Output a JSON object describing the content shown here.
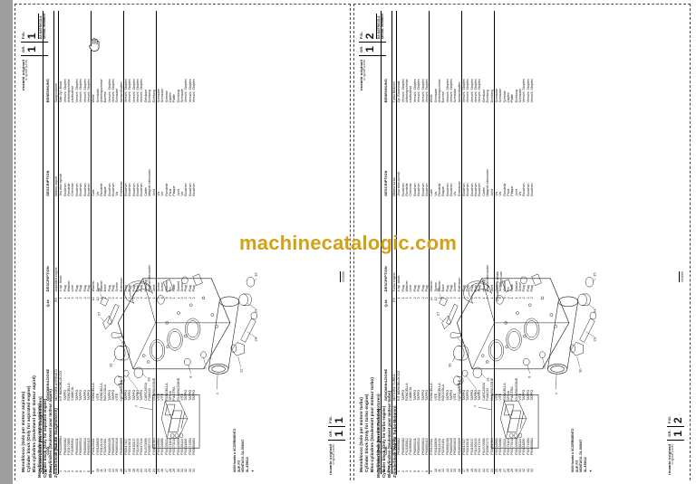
{
  "viewer": {
    "watermark": "machinecatalogic.com",
    "cursor": "grab-hand-cursor"
  },
  "pages": [
    {
      "id": "left",
      "corner": {
        "brand_line1": "ricambi originali",
        "brand_line2": "original parts",
        "gr_label": "GR.",
        "gr_value": "1",
        "fig_label": "FIG.",
        "fig_value": "1",
        "serial_label": "DA MATRICOLA\nSERIAL NUMBER"
      },
      "title": {
        "it": "Monoblocco (Solo per motore aspirato)",
        "en": "Cylinder block (Only for aspirated engine)",
        "fr": "Bloc-cylindres (Seulement pour moteur aspiré)",
        "de": "Zylinderblock (Nur für Saugmotoren)"
      },
      "table": {
        "headers": [
          "N.\nPos.",
          "COD.",
          "DENOMINAZIONE",
          "Q.tà",
          "DESCRIPTION",
          "DESCRIPTION",
          "BENENNUNG"
        ],
        "rows": [
          [
            "",
            "87713Z111",
            "MOTORE ASPIRATO",
            "Rif.",
            "Aspirated engine",
            "Moteur aspiré",
            "Saugmotoren"
          ],
          [
            "1",
            "PK32306964",
            "KIT MONOBLOCCO",
            "1",
            "4 cyl. block",
            "Jeu bloc cylindr.",
            "Satz Zyl. Block"
          ],
          [
            "2",
            "PK6600382",
            "TAPPO",
            "1",
            "Plug",
            "Bouchon",
            "Verschl. Stopfen"
          ],
          [
            "3",
            "P20170585",
            "RONDELLA",
            "1",
            "Washer",
            "Rondelle",
            "Unterlegscheibe"
          ],
          [
            "4",
            "P31858062",
            "CAMICIA",
            "4",
            "Liner",
            "Chemise",
            "Laufbuchse"
          ],
          [
            "5",
            "PK6600211",
            "TAPPO",
            "2",
            "Plug",
            "Bouchon",
            "Verschl. Stopfen"
          ],
          [
            "6",
            "PK6600512",
            "TAPPO",
            "2",
            "Plug",
            "Bouchon",
            "Verschl. Stopfen"
          ],
          [
            "7",
            "PK6600813",
            "TAPPO",
            "2",
            "Plug",
            "Bouchon",
            "Verschl. Stopfen"
          ],
          [
            "8",
            "PK6600110",
            "TAPPO",
            "2",
            "Plug",
            "Bouchon",
            "Verschl. Stopfen"
          ],
          [
            "9",
            "P30140311",
            "RONDELLA",
            "12",
            "Washer",
            "Cale",
            "Welle"
          ],
          [
            "10",
            "P30185809",
            "VITE",
            "12",
            "Screw",
            "Vis",
            "Schraube"
          ],
          [
            "11",
            "P30121431",
            "RONDELLA",
            "1",
            "Washer",
            "Rondelle",
            "Unterlegscheibe"
          ],
          [
            "12",
            "P11304184",
            "BOCCOLA",
            "1",
            "Bush",
            "Bague",
            "Buchse"
          ],
          [
            "13",
            "PK6600150",
            "TAPPO",
            "2",
            "Plug",
            "Bouchon",
            "Verschl. Stopfen"
          ],
          [
            "14",
            "PK6600125",
            "TAPPO",
            "2",
            "Plug",
            "Bouchon",
            "Verschl. Stopfen"
          ],
          [
            "15",
            "PK6601610",
            "VITE",
            "4",
            "Screw",
            "Vis",
            "Schraube"
          ],
          [
            "16",
            "PK6600809",
            "DISTANZIALE",
            "1",
            "Extension",
            "Entretoise",
            "Abstandhalten"
          ],
          [
            "17",
            "P30417117",
            "TAPPO",
            "2",
            "Plug",
            "Bouchon",
            "Verschl. Stopfen"
          ],
          [
            "18",
            "P30418131",
            "TAPPO",
            "2",
            "Plug",
            "Bouchon",
            "Verschl. Stopfen"
          ],
          [
            "19",
            "P30155137",
            "TAPPO",
            "2",
            "Plug",
            "Bouchon",
            "Verschl. Stopfen"
          ],
          [
            "20",
            "P31490434",
            "TAPPO",
            "2",
            "Plug",
            "Bouchon",
            "Verschl. Stopfen"
          ],
          [
            "21",
            "P30417134",
            "TAPPO",
            "2",
            "Plug",
            "Bouchon",
            "Verschl. Stopfen"
          ],
          [
            "22",
            "P14370056",
            "CARCASSA",
            "1",
            "Housing",
            "Carter",
            "Gehäuse"
          ],
          [
            "23",
            "P30987473",
            "FIANCO",
            "1",
            "Magnet intercooler",
            "Magnet intercooler",
            "Dichtung"
          ],
          [
            "24",
            "P30881910",
            "GUARNIZIONE",
            "1",
            "Joint",
            "Joint",
            "Dichtung"
          ],
          [
            "25",
            "P30146560",
            "VITE",
            "4",
            "Screw",
            "Vis",
            "Schraube"
          ],
          [
            "26",
            "P30130086",
            "VITE",
            "8",
            "Screw",
            "Vis",
            "Schraube"
          ],
          [
            "27",
            "P30135111",
            "RONDELLA",
            "8",
            "Washer",
            "Rondelle",
            "Scheibe"
          ],
          [
            "28",
            "P30171101",
            "SPINA",
            "2",
            "Pin",
            "Pivot",
            "Zapfen"
          ],
          [
            "29",
            "P30173134",
            "PIASTRA",
            "1",
            "Plate",
            "Plaque",
            "Platte"
          ],
          [
            "30",
            "P30140600",
            "GUARNIZIONE",
            "1",
            "Gasket",
            "Joint",
            "Dichtung"
          ],
          [
            "31",
            "P30181114",
            "VITE",
            "4",
            "Screw",
            "Vis",
            "Schraube"
          ],
          [
            "32",
            "P30211850",
            "TAPPO",
            "2",
            "Plug",
            "Bouchon",
            "Verschl. Stopfen"
          ],
          [
            "33",
            "P30174550",
            "TAPPO",
            "2",
            "Plug",
            "Bouchon",
            "Verschl. Stopfen"
          ],
          [
            "34",
            "PK6600884",
            "TAPPO",
            "2",
            "Plug",
            "Bouchon",
            "Verschl. Stopfen"
          ]
        ]
      },
      "notes": [
        "NON fornito a SCORRIMENTO",
        "SUP. FIT",
        "MONTAGG. DL-505447",
        "SL-878012"
      ],
      "drawing_title": {
        "it": "Monoblocco (Solo per motore aspirato)",
        "en": "Cylinder block (Only for aspirated engine)",
        "fr": "Bloc-cylindres (Seulement pour moteur aspiré)",
        "de": "Zylinderblock (Nur für Saugmotoren)"
      },
      "drawing_footer": {
        "gr_label": "GR.",
        "gr_value": "1",
        "fig_label": "FIG.",
        "fig_value": "1",
        "brand_line1": "ricambi originali",
        "brand_line2": "original parts"
      },
      "page_code": "05/2000",
      "callouts": [
        "1",
        "2",
        "3",
        "4",
        "5",
        "6",
        "7",
        "8",
        "9",
        "10",
        "11",
        "12",
        "13",
        "14",
        "15",
        "16",
        "17",
        "18",
        "19",
        "20",
        "21",
        "22",
        "23",
        "24",
        "25",
        "26",
        "27",
        "28",
        "29",
        "30",
        "31",
        "32",
        "33",
        "34"
      ]
    },
    {
      "id": "right",
      "corner": {
        "brand_line1": "ricambi originali",
        "brand_line2": "original parts",
        "gr_label": "GR.",
        "gr_value": "1",
        "fig_label": "FIG.",
        "fig_value": "2",
        "serial_label": "DA MATRICOLA\nSERIAL NUMBER"
      },
      "title": {
        "it": "Monoblocco (Solo per motore turbo)",
        "en": "Cylinder block (Only for turbo engine)",
        "fr": "Bloc-cylindres (Seulement pour moteur turbo)",
        "de": "Zylinderblock (Nur für Turbo-Motoren)"
      },
      "table": {
        "headers": [
          "N.\nPos.",
          "COD.",
          "DENOMINAZIONE",
          "Q.tà",
          "DESCRIPTION",
          "DESCRIPTION",
          "BENENNUNG"
        ],
        "rows": [
          [
            "",
            "87713Z112",
            "MOTORE TURBO",
            "Rif.",
            "Turbo engine",
            "Moteur turbo",
            "Turbo Motoren"
          ],
          [
            "1",
            "PK6600882",
            "KIT MONOBLOCCO",
            "1",
            "4 cyl. block",
            "Jeux bloc cylindr.",
            "Zyl. Blockssatz"
          ],
          [
            "2",
            "PK6600382",
            "TAPPO",
            "1",
            "Plug",
            "Bouchon",
            "Verschl. Stopfen"
          ],
          [
            "3",
            "P12185812",
            "RONDELLA",
            "1",
            "Washer",
            "Rondelle",
            "Unterlegscheibe"
          ],
          [
            "4",
            "P31858062",
            "CAMICIA",
            "4",
            "Liner",
            "Chemise",
            "Laufbuchse"
          ],
          [
            "5",
            "PK6600211",
            "TAPPO",
            "2",
            "Plug",
            "Bouchon",
            "Verschl. Stopfen"
          ],
          [
            "6",
            "PK6600512",
            "TAPPO",
            "2",
            "Plug",
            "Bouchon",
            "Verschl. Stopfen"
          ],
          [
            "7",
            "PK6600813",
            "TAPPO",
            "2",
            "Plug",
            "Bouchon",
            "Verschl. Stopfen"
          ],
          [
            "8",
            "PK6600110",
            "TAPPO",
            "2",
            "Plug",
            "Bouchon",
            "Verschl. Stopfen"
          ],
          [
            "9",
            "P30140311",
            "RONDELLA",
            "12",
            "Washer",
            "Cale",
            "Welle"
          ],
          [
            "10",
            "P30185809",
            "VITE",
            "12",
            "Screw",
            "Vis",
            "Schraube"
          ],
          [
            "11",
            "P30121431",
            "RONDELLA",
            "1",
            "Washer",
            "Rondelle",
            "Unterlegscheibe"
          ],
          [
            "12",
            "P11304184",
            "BOCCOLA",
            "1",
            "Bush",
            "Bague",
            "Buchse"
          ],
          [
            "13",
            "PK6600150",
            "TAPPO",
            "2",
            "Plug",
            "Bouchon",
            "Verschl. Stopfen"
          ],
          [
            "14",
            "PK6600125",
            "TAPPO",
            "2",
            "Plug",
            "Bouchon",
            "Verschl. Stopfen"
          ],
          [
            "15",
            "PK6601610",
            "VITE",
            "4",
            "Screw",
            "Vis",
            "Schraube"
          ],
          [
            "16",
            "PK6600809",
            "DISTANZIALE",
            "1",
            "Extension",
            "Entretoise",
            "Abstandhalten"
          ],
          [
            "17",
            "P30417117",
            "TAPPO",
            "2",
            "Plug",
            "Bouchon",
            "Verschl. Stopfen"
          ],
          [
            "18",
            "P30418131",
            "TAPPO",
            "2",
            "Plug",
            "Bouchon",
            "Verschl. Stopfen"
          ],
          [
            "19",
            "P30155137",
            "TAPPO",
            "2",
            "Plug",
            "Bouchon",
            "Verschl. Stopfen"
          ],
          [
            "20",
            "P31490434",
            "TAPPO",
            "2",
            "Plug",
            "Bouchon",
            "Verschl. Stopfen"
          ],
          [
            "21",
            "P30417134",
            "TAPPO",
            "2",
            "Plug",
            "Bouchon",
            "Verschl. Stopfen"
          ],
          [
            "22",
            "P14370056",
            "CARCASSA",
            "1",
            "Housing",
            "Carter",
            "Gehäuse"
          ],
          [
            "23",
            "P30987473",
            "FIANCO",
            "1",
            "Magnet intercooler",
            "Magnet intercooler",
            "Dichtung"
          ],
          [
            "24",
            "P30881910",
            "GUARNIZIONE",
            "1",
            "Joint",
            "Joint",
            "Dichtung"
          ],
          [
            "25",
            "P30146560",
            "VITE",
            "4",
            "Screw",
            "Vis",
            "Schraube"
          ],
          [
            "26",
            "P30130086",
            "VITE",
            "8",
            "Screw",
            "Vis",
            "Schraube"
          ],
          [
            "27",
            "P30135111",
            "RONDELLA",
            "8",
            "Washer",
            "Rondelle",
            "Scheibe"
          ],
          [
            "28",
            "P30171101",
            "SPINA",
            "2",
            "Pin",
            "Pivot",
            "Zapfen"
          ],
          [
            "29",
            "P30173134",
            "PIASTRA",
            "1",
            "Plate",
            "Plaque",
            "Platte"
          ],
          [
            "30",
            "P30140600",
            "GUARNIZIONE",
            "1",
            "Gasket",
            "Joint",
            "Dichtung"
          ],
          [
            "31",
            "P30181114",
            "VITE",
            "4",
            "Screw",
            "Vis",
            "Schraube"
          ],
          [
            "32",
            "P30211850",
            "TAPPO",
            "2",
            "Plug",
            "Bouchon",
            "Verschl. Stopfen"
          ],
          [
            "33",
            "P30174550",
            "TAPPO",
            "2",
            "Plug",
            "Bouchon",
            "Verschl. Stopfen"
          ],
          [
            "34",
            "PK6600884",
            "TAPPO",
            "2",
            "Plug",
            "Bouchon",
            "Verschl. Stopfen"
          ]
        ]
      },
      "notes": [
        "NON fornito a SCORRIMENTO",
        "SUP. FIT",
        "MONTAGG. DL-505447",
        "SL-878012"
      ],
      "drawing_title": {
        "it": "Monoblocco (Solo per motore turbo)",
        "en": "Cylinder block (Only for turbo engine)",
        "fr": "Bloc-cylindres (Seulement pour moteur turbo)",
        "de": "Zylinderblock (Nur für Turbo-Motoren)"
      },
      "drawing_footer": {
        "gr_label": "GR.",
        "gr_value": "1",
        "fig_label": "FIG.",
        "fig_value": "2",
        "brand_line1": "ricambi originali",
        "brand_line2": "original parts"
      },
      "page_code": "05/2000",
      "usage_note_it": "Segnalazione di validità",
      "usage_note_en": "Usage code",
      "callouts": [
        "1",
        "2",
        "3",
        "4",
        "5",
        "6",
        "7",
        "8",
        "9",
        "10",
        "11",
        "12",
        "13",
        "14",
        "15",
        "16",
        "17",
        "18",
        "19",
        "20",
        "21",
        "22",
        "23",
        "24",
        "25",
        "26",
        "27",
        "28",
        "29",
        "30",
        "31",
        "32",
        "33",
        "34"
      ]
    }
  ]
}
